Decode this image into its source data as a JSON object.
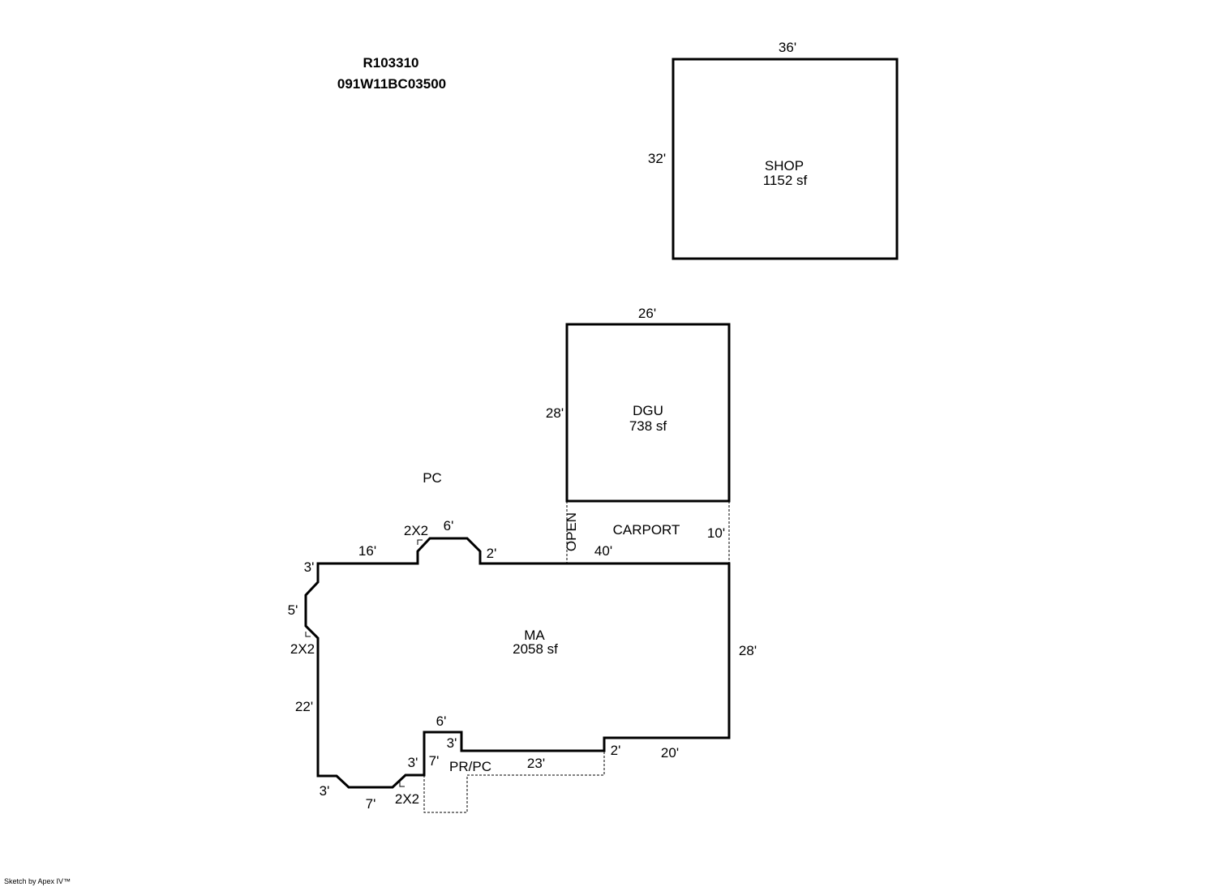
{
  "header": {
    "parcel_id": "R103310",
    "map_number": "091W11BC03500"
  },
  "areas": {
    "shop": {
      "name": "SHOP",
      "area": "1152 sf"
    },
    "dgu": {
      "name": "DGU",
      "area": "738 sf"
    },
    "ma": {
      "name": "MA",
      "area": "2058 sf"
    },
    "pc": {
      "name": "PC"
    },
    "carport": {
      "name": "CARPORT"
    },
    "open": {
      "name": "OPEN"
    },
    "prpc": {
      "name": "PR/PC"
    }
  },
  "dimensions": {
    "shop_top": "36'",
    "shop_left": "32'",
    "dgu_top": "26'",
    "dgu_left": "28'",
    "carport_right": "10'",
    "carport_bottom": "40'",
    "ma_top_left": "16'",
    "ma_bay_diag": "2X2",
    "ma_bay_top": "6'",
    "ma_bay_right": "2'",
    "ma_left_top": "3'",
    "ma_left_angle": "5'",
    "ma_left_diag": "2X2",
    "ma_left_main": "22'",
    "ma_right": "28'",
    "ma_bottom_right": "20'",
    "ma_step": "2'",
    "ma_bottom_mid": "23'",
    "ma_porch_step_top": "6'",
    "ma_porch_step_side": "3'",
    "ma_porch_left": "7'",
    "ma_lower_step": "3'",
    "ma_bottom_diag": "2X2",
    "ma_bottom_bay": "7'",
    "ma_bottom_left": "3'"
  },
  "footer": {
    "credit": "Sketch by Apex IV™"
  }
}
